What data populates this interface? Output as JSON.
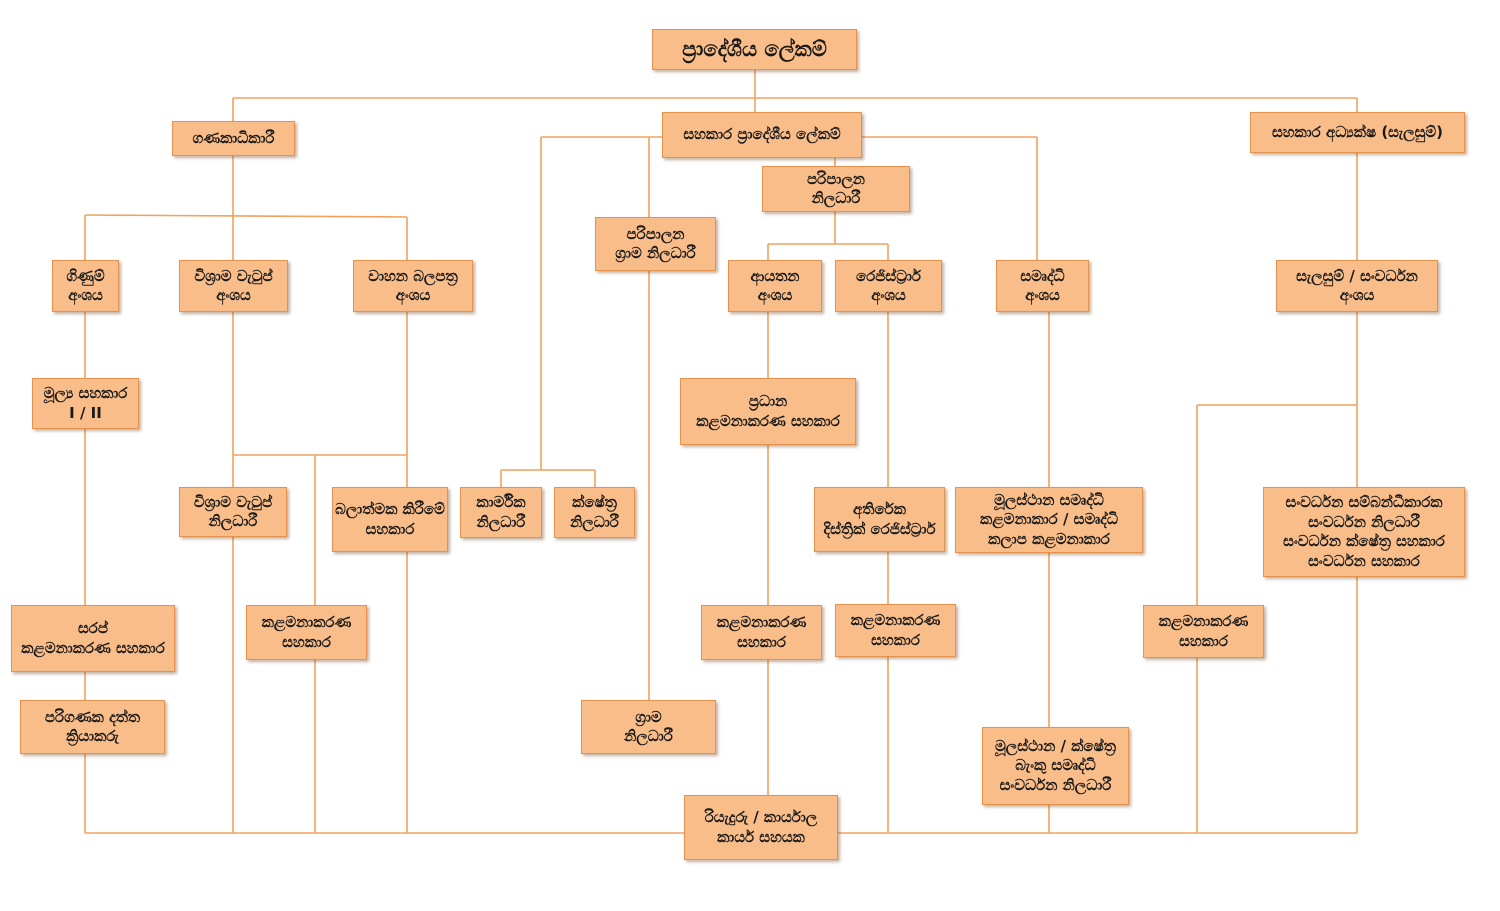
{
  "colors": {
    "line": "#f0a25e",
    "box_fill": "#f9bd8a",
    "box_border": "#e6924f"
  },
  "nodes": {
    "pradeshiya_lekam": [
      "ප්‍රාදේශීය ලේකම්"
    ],
    "ganakadhikari": [
      "ගණකාධිකාරී"
    ],
    "sahakara_lekam": [
      "සහකාර ප්‍රාදේශීය ලේකම්"
    ],
    "sahakara_adyaksha": [
      "සහකාර අධ්‍යක්ෂ (සැලසුම්)"
    ],
    "paripalana_niladhari": [
      "පරිපාලන",
      "නිලධාරී"
    ],
    "paripalana_grama_niladhari": [
      "පරිපාලන",
      "ග්‍රාම නිලධාරී"
    ],
    "ginum_anshaya": [
      "ගිණුම්",
      "අංශය"
    ],
    "vishrama_watup_anshaya": [
      "විශ්‍රාම වැටුප්",
      "අංශය"
    ],
    "wahana_balapathra_anshaya": [
      "වාහන බලපත්‍ර",
      "අංශය"
    ],
    "ayathana_anshaya": [
      "ආයතන",
      "අංශය"
    ],
    "registrar_anshaya": [
      "රෙජිස්ට්‍රාර්",
      "අංශය"
    ],
    "samurdhi_anshaya": [
      "සමෘද්ධි",
      "අංශය"
    ],
    "salasum_anshaya": [
      "සැලසුම් / සංවර්ධන",
      "අංශය"
    ],
    "mulya_sahakara": [
      "මූල්‍ය සහකාර",
      "I / II"
    ],
    "pradhana_kalamanakarana": [
      "ප්‍රධාන",
      "කළමනාකරණ සහකාර"
    ],
    "vishrama_watup_niladhari": [
      "විශ්‍රාම වැටුප්",
      "නිලධාරී"
    ],
    "balathmaka_sahakara": [
      "බලාත්මක කිරීමේ",
      "සහකාර"
    ],
    "karmika_niladhari": [
      "කාර්මික",
      "නිලධාරී"
    ],
    "kshethra_niladhari": [
      "ක්ෂේත්‍ර",
      "නිලධාරී"
    ],
    "athireka_registrar": [
      "අතිරේක",
      "දිස්ත්‍රික් රෙජිස්ට්‍රාර්"
    ],
    "mulasthana_samurdhi": [
      "මූලස්ථාන සමෘද්ධි",
      "කළමනාකාර / සමෘද්ධි",
      "කලාප කළමනාකාර"
    ],
    "sanwardhana_group": [
      "සංවර්ධන සම්බන්ධීකාරක",
      "සංවර්ධන නිලධාරී",
      "සංවර්ධන ක්ෂේත්‍ර සහකාර",
      "සංවර්ධන සහකාර"
    ],
    "sarap_kalamanakarana": [
      "සරප්",
      "කළමනාකරණ සහකාර"
    ],
    "kalamanakarana_1": [
      "කළමනාකරණ",
      "සහකාර"
    ],
    "kalamanakarana_2": [
      "කළමනාකරණ",
      "සහකාර"
    ],
    "kalamanakarana_3": [
      "කළමනාකරණ",
      "සහකාර"
    ],
    "kalamanakarana_4": [
      "කළමනාකරණ",
      "සහකාර"
    ],
    "parigana_datta": [
      "පරිගණක දත්ත",
      "ක්‍රියාකරු"
    ],
    "grama_niladhari": [
      "ග්‍රාම",
      "නිලධාරී"
    ],
    "mulasthana_bank": [
      "මූලස්ථාන / ක්ෂේත්‍ර",
      "බැංකු සමෘද්ධි",
      "සංවර්ධන නිලධාරී"
    ],
    "riyaduru": [
      "රියැදුරු / කාර්යාල",
      "කාර්ය සහයක"
    ]
  }
}
